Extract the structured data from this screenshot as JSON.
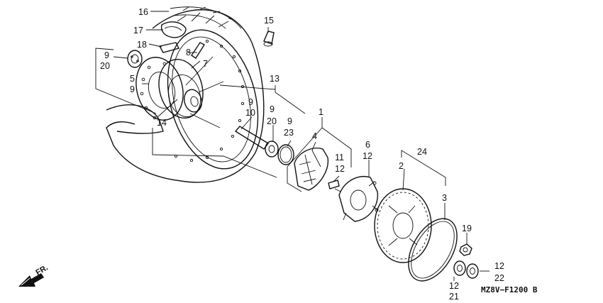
{
  "diagram": {
    "code": "MZ8V−F1200 B",
    "front_label": "FR.",
    "callouts": [
      "16",
      "17",
      "18",
      "9",
      "20",
      "8",
      "7",
      "5",
      "9",
      "15",
      "13",
      "9",
      "10",
      "9",
      "20",
      "9",
      "23",
      "14",
      "1",
      "4",
      "11",
      "12",
      "6",
      "12",
      "24",
      "2",
      "3",
      "19",
      "12",
      "22",
      "12",
      "21"
    ]
  }
}
